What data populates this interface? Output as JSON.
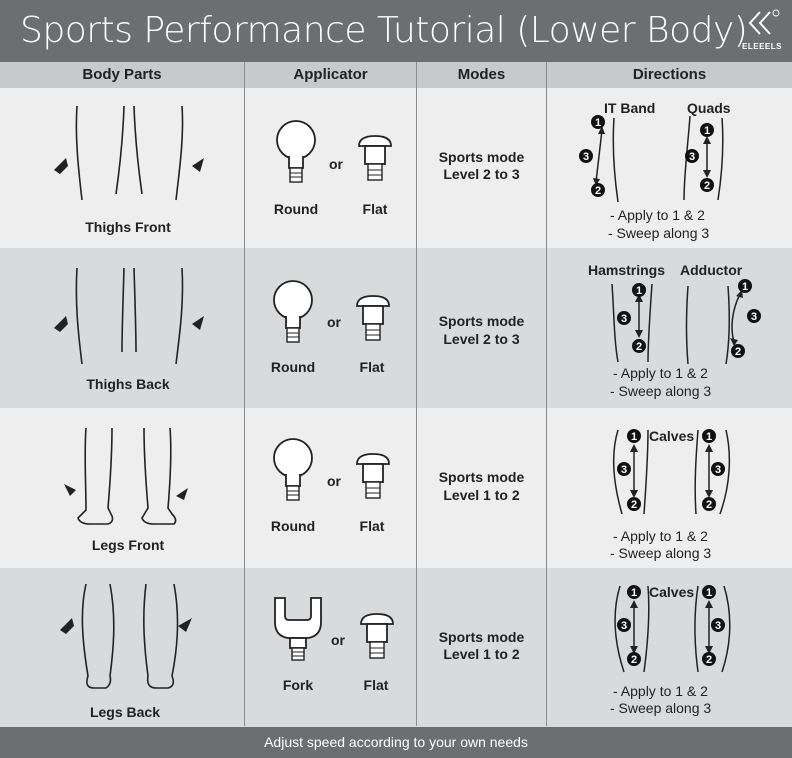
{
  "title": "Sports Performance Tutorial (Lower Body)",
  "brand": "ELEEELS",
  "columns": {
    "body_parts": "Body Parts",
    "applicator": "Applicator",
    "modes": "Modes",
    "directions": "Directions"
  },
  "or_label": "or",
  "rows": [
    {
      "body_part": "Thighs Front",
      "applicator_a": "Round",
      "applicator_b": "Flat",
      "mode_line1": "Sports  mode",
      "mode_line2": "Level 2 to 3",
      "dir_label_a": "IT Band",
      "dir_label_b": "Quads",
      "instr1": "- Apply to 1 & 2",
      "instr2": "- Sweep along 3"
    },
    {
      "body_part": "Thighs Back",
      "applicator_a": "Round",
      "applicator_b": "Flat",
      "mode_line1": "Sports mode",
      "mode_line2": "Level 2 to 3",
      "dir_label_a": "Hamstrings",
      "dir_label_b": "Adductor",
      "instr1": "- Apply to 1 & 2",
      "instr2": "- Sweep along 3"
    },
    {
      "body_part": "Legs Front",
      "applicator_a": "Round",
      "applicator_b": "Flat",
      "mode_line1": "Sports mode",
      "mode_line2": "Level 1 to 2",
      "dir_label_a": "Calves",
      "instr1": "- Apply to 1 & 2",
      "instr2": "- Sweep along 3"
    },
    {
      "body_part": "Legs Back",
      "applicator_a": "Fork",
      "applicator_b": "Flat",
      "mode_line1": "Sports mode",
      "mode_line2": "Level 1 to 2",
      "dir_label_a": "Calves",
      "instr1": "- Apply to 1 & 2",
      "instr2": "- Sweep along 3"
    }
  ],
  "footer": "Adjust speed according to your own needs",
  "colors": {
    "header": "#6d6e71",
    "column_header": "#c8c9cb",
    "row_light": "#eeeeef",
    "row_dark": "#d9dadc"
  },
  "icons": [
    "leg-outline-icon",
    "pointer-arrow-icon",
    "round-head-icon",
    "flat-head-icon",
    "fork-head-icon",
    "numbered-marker-icon",
    "double-arrow-icon"
  ]
}
